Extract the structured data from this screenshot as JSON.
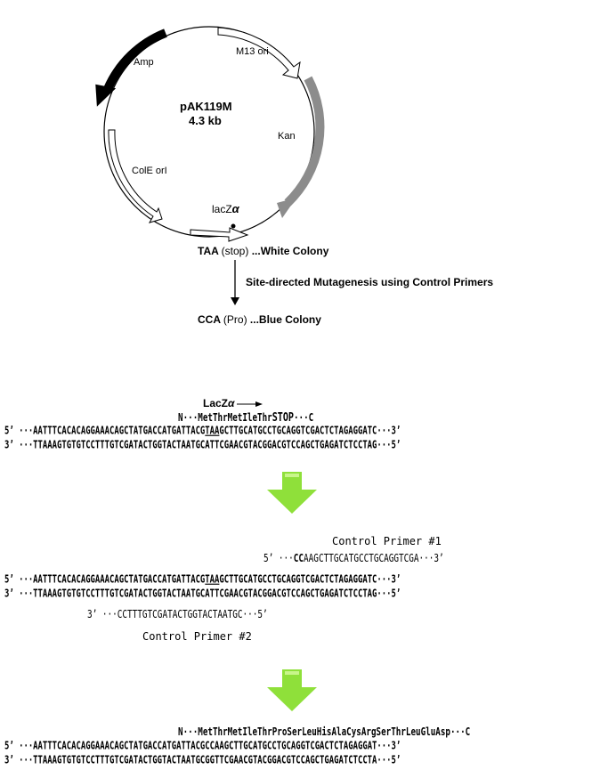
{
  "plasmid": {
    "name": "pAK119M",
    "size": "4.3 kb",
    "genes": {
      "amp": "Amp",
      "m13": "M13 ori",
      "kan": "Kan",
      "cole": "ColE orI",
      "lacz": "lacZ",
      "alpha": "α"
    }
  },
  "mutation": {
    "before_codon": "TAA",
    "before_note": "(stop)",
    "before_result": "...White Colony",
    "method": "Site-directed Mutagenesis using Control Primers",
    "after_codon": "CCA",
    "after_note": "(Pro)",
    "after_result": "...Blue Colony"
  },
  "block1": {
    "lacz_label": "LacZ",
    "alpha": "α",
    "aa_prefix": "N···MetThrMetIleThr",
    "aa_stop": "STOP",
    "aa_suffix": "···C",
    "top_prefix": "5’ ···AATTTCACACAGGAAACAGCTATGACCATGATTACG",
    "top_codon": "TAA",
    "top_suffix": "GCTTGCATGCCTGCAGGTCGACTCTAGAGGATC···3’",
    "bottom": "3’ ···TTAAAGTGTGTCCTTTGTCGATACTGGTACTAATGCATTCGAACGTACGGACGTCCAGCTGAGATCTCCTAG···5’"
  },
  "block2": {
    "primer1_label": "Control Primer #1",
    "primer1_prefix": "5’ ···",
    "primer1_cc": "CC",
    "primer1_rest": "AAGCTTGCATGCCTGCAGGTCGA···3’",
    "top_prefix": "5’ ···AATTTCACACAGGAAACAGCTATGACCATGATTACG",
    "top_codon": "TAA",
    "top_suffix": "GCTTGCATGCCTGCAGGTCGACTCTAGAGGATC···3’",
    "bottom": "3’ ···TTAAAGTGTGTCCTTTGTCGATACTGGTACTAATGCATTCGAACGTACGGACGTCCAGCTGAGATCTCCTAG···5’",
    "primer2_seq": "3’ ···CCTTTGTCGATACTGGTACTAATGC···5’",
    "primer2_label": "Control Primer #2"
  },
  "block3": {
    "aa": "N···MetThrMetIleThrProSerLeuHisAlaCysArgSerThrLeuGluAsp···C",
    "top_prefix": "5’ ···AATTTCACACAGGAAACAGCTATGACCATGATTACG",
    "top_cc": "CC",
    "top_suffix": "AAGCTTGCATGCCTGCAGGTCGACTCTAGAGGAT···3’",
    "bottom": "3’ ···TTAAAGTGTGTCCTTTGTCGATACTGGTACTAATGCGGTTCGAACGTACGGACGTCCAGCTGAGATCTCCTA···5’"
  },
  "colors": {
    "arrow_green": "#8fe03a",
    "arrow_green_light": "#c8f58a",
    "kan_gray": "#8c8c8c"
  }
}
